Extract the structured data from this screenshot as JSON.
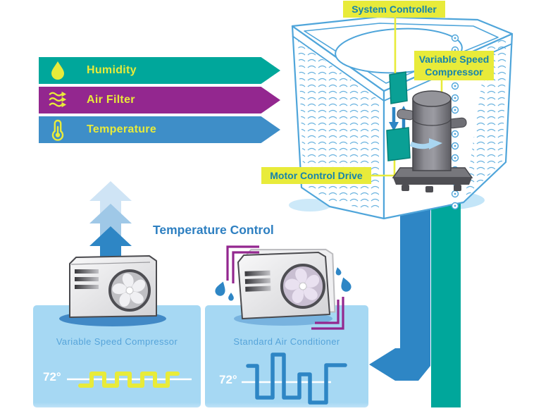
{
  "condenser": {
    "labels": {
      "system_controller": "System Controller",
      "variable_speed_compressor": "Variable Speed Compressor",
      "motor_control_drive": "Motor Control Drive"
    }
  },
  "banners": {
    "items": [
      {
        "label": "Humidity",
        "icon": "droplet-icon",
        "color": "#00A79B"
      },
      {
        "label": "Air Filter",
        "icon": "airflow-icon",
        "color": "#93278F"
      },
      {
        "label": "Temperature",
        "icon": "thermometer-icon",
        "color": "#3E8EC8"
      }
    ]
  },
  "section": {
    "title": "Temperature Control"
  },
  "comparison": {
    "left": {
      "caption": "Variable Speed Compressor",
      "temperature": "72°",
      "wave_style": "small-steady-square-wave",
      "wave_color": "#E8EB3A"
    },
    "right": {
      "caption": "Standard Air Conditioner",
      "temperature": "72°",
      "wave_style": "large-irregular-square-wave",
      "wave_color": "#2E86C5"
    }
  },
  "colors": {
    "teal": "#00A79B",
    "purple": "#93278F",
    "banner_blue": "#3E8EC8",
    "yellow": "#E8EB3A",
    "label_text": "#1584AD",
    "outline_blue": "#4FA5DA",
    "panel_bg": "#A6D8F3",
    "heading_blue": "#2D7FC1",
    "caption_blue": "#56A4DA",
    "arrow_blue": "#2E86C5"
  }
}
